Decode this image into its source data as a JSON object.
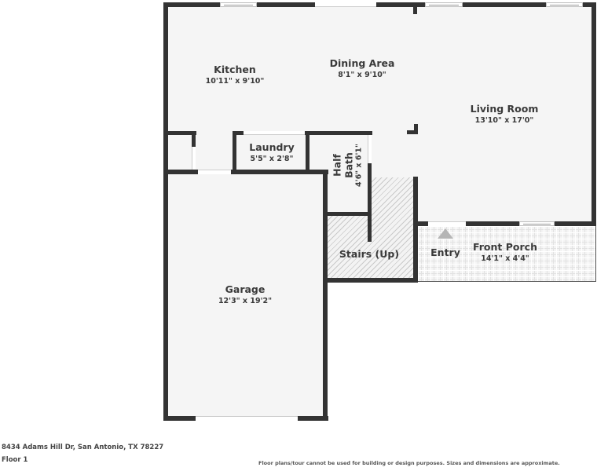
{
  "rooms": {
    "kitchen": {
      "name": "Kitchen",
      "dim": "10'11\" x 9'10\""
    },
    "dining": {
      "name": "Dining Area",
      "dim": "8'1\" x 9'10\""
    },
    "living": {
      "name": "Living Room",
      "dim": "13'10\" x 17'0\""
    },
    "laundry": {
      "name": "Laundry",
      "dim": "5'5\" x 2'8\""
    },
    "half_bath": {
      "name_line1": "Half",
      "name_line2": "Bath",
      "dim": "4'6\" x 6'1\""
    },
    "stairs": {
      "name": "Stairs (Up)"
    },
    "entry": {
      "name": "Entry"
    },
    "front_porch": {
      "name": "Front Porch",
      "dim": "14'1\" x 4'4\""
    },
    "garage": {
      "name": "Garage",
      "dim": "12'3\" x 19'2\""
    }
  },
  "footer": {
    "address": "8434 Adams Hill Dr, San Antonio, TX 78227",
    "floor": "Floor 1",
    "disclaimer": "Floor plans/tour cannot be used for building or design purposes. Sizes and dimensions are approximate."
  },
  "colors": {
    "wall": "#333333",
    "floor": "#f5f5f5",
    "text": "#3a3a3a"
  }
}
